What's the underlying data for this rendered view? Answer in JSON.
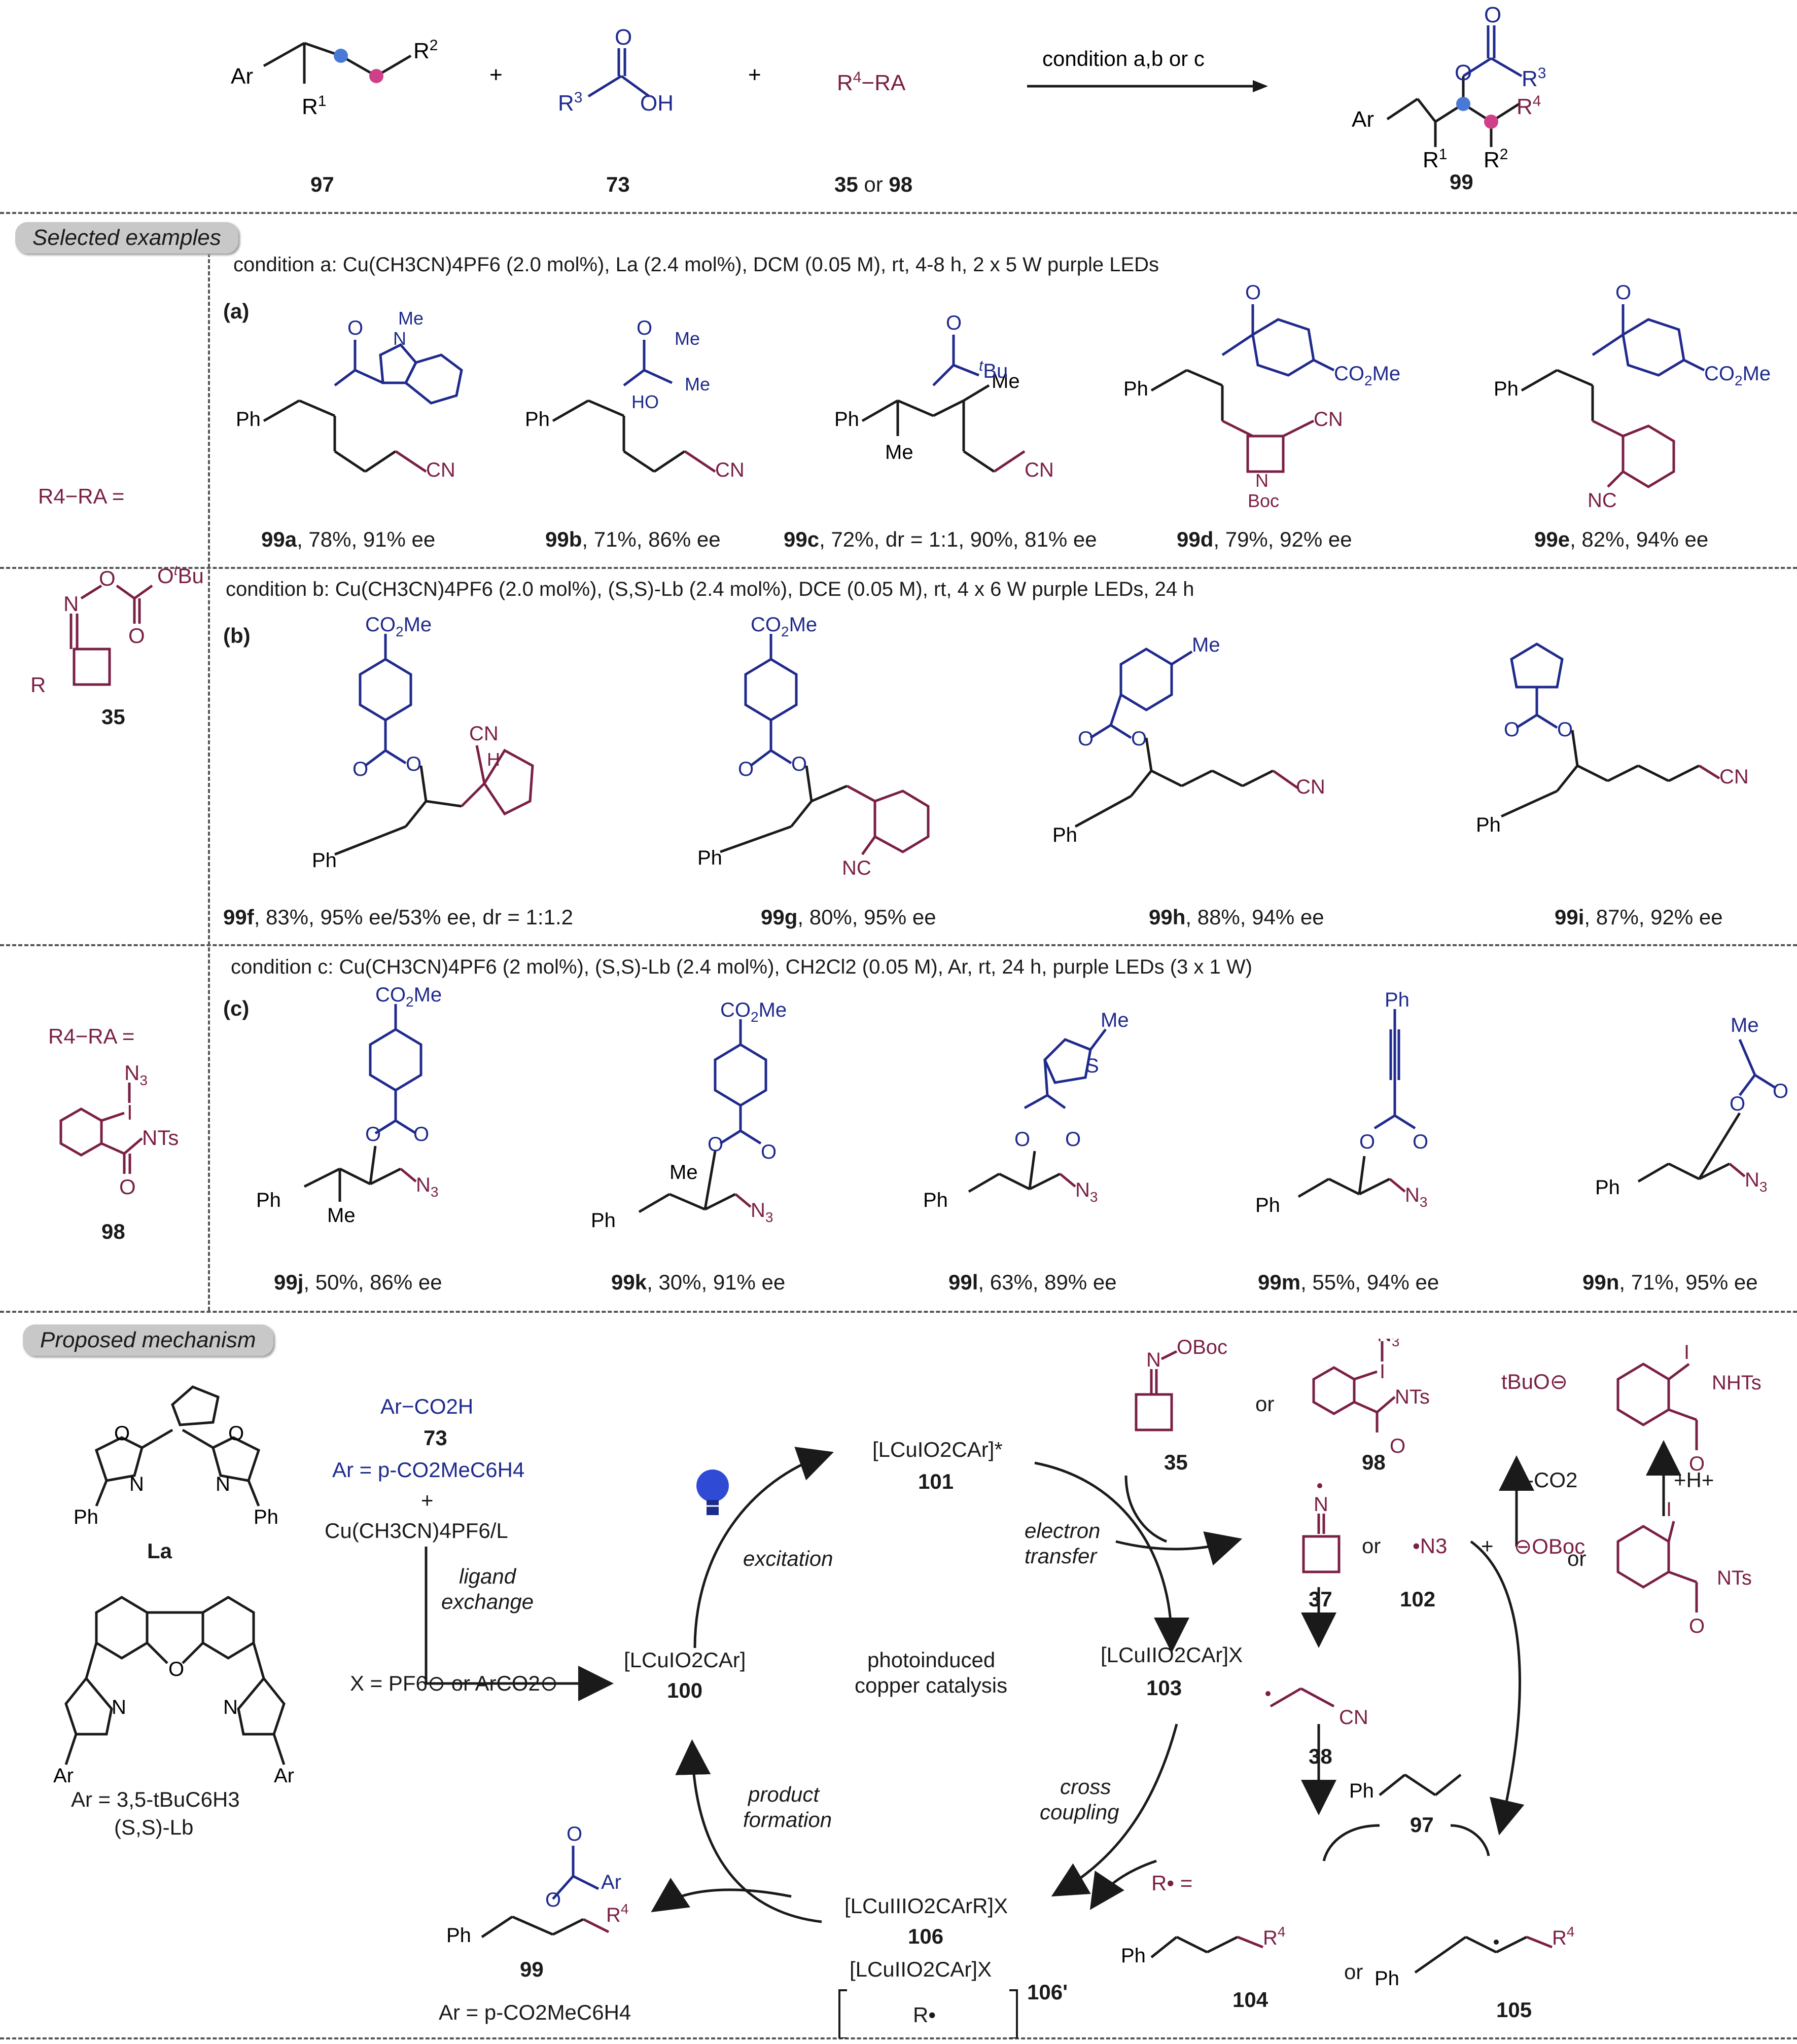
{
  "top": {
    "reactant1": {
      "id": "97",
      "ar": "Ar",
      "r1": "R1",
      "r2": "R2"
    },
    "reactant2": {
      "id": "73",
      "r3": "R3",
      "oh": "OH",
      "o": "O"
    },
    "reactant3": {
      "id_prefix": "35",
      "or_word": "or",
      "id_suffix": "98",
      "formula": "R4−RA"
    },
    "plus": "+",
    "arrow_label": "condition a,b or c",
    "product": {
      "id": "99",
      "ar": "Ar",
      "r1": "R1",
      "r2": "R2",
      "r3": "R3",
      "r4": "R4"
    }
  },
  "sections": {
    "selected_examples": "Selected examples",
    "proposed_mechanism": "Proposed mechanism"
  },
  "left_reagents": {
    "ra35_label": "R4−RA =",
    "ra35_id": "35",
    "ra98_label": "R4−RA =",
    "ra98_id": "98"
  },
  "condition_a": {
    "text": "condition a: Cu(CH3CN)4PF6 (2.0 mol%), La (2.4 mol%), DCM (0.05 M), rt, 4-8 h, 2 x 5 W purple LEDs",
    "tag": "(a)",
    "examples": [
      {
        "id": "99a",
        "text": ", 78%, 91% ee"
      },
      {
        "id": "99b",
        "text": ", 71%, 86% ee"
      },
      {
        "id": "99c",
        "text": ", 72%, dr = 1:1, 90%, 81% ee"
      },
      {
        "id": "99d",
        "text": ", 79%, 92% ee"
      },
      {
        "id": "99e",
        "text": ", 82%, 94% ee"
      }
    ]
  },
  "condition_b": {
    "text": "condition b: Cu(CH3CN)4PF6 (2.0 mol%), (S,S)-Lb (2.4 mol%), DCE (0.05 M), rt, 4 x 6 W purple LEDs, 24 h",
    "tag": "(b)",
    "examples": [
      {
        "id": "99f",
        "text": ", 83%, 95% ee/53% ee, dr = 1:1.2"
      },
      {
        "id": "99g",
        "text": ", 80%, 95% ee"
      },
      {
        "id": "99h",
        "text": ", 88%, 94% ee"
      },
      {
        "id": "99i",
        "text": ", 87%, 92% ee"
      }
    ]
  },
  "condition_c": {
    "text": "condition c: Cu(CH3CN)4PF6 (2 mol%), (S,S)-Lb (2.4 mol%), CH2Cl2 (0.05 M), Ar, rt, 24 h, purple LEDs (3 x 1 W)",
    "tag": "(c)",
    "examples": [
      {
        "id": "99j",
        "text": ", 50%, 86% ee"
      },
      {
        "id": "99k",
        "text": ", 30%, 91% ee"
      },
      {
        "id": "99l",
        "text": ", 63%, 89% ee"
      },
      {
        "id": "99m",
        "text": ", 55%, 94% ee"
      },
      {
        "id": "99n",
        "text": ", 71%, 95% ee"
      }
    ]
  },
  "mechanism": {
    "ligand_a": "La",
    "ligand_b_ar": "Ar = 3,5-tBuC6H3",
    "ligand_b": "(S,S)-Lb",
    "acid": "Ar−CO2H",
    "acid_id": "73",
    "ar_def": "Ar = p-CO2MeC6H4",
    "plus": "+",
    "cu_source": "Cu(CH3CN)4PF6/L",
    "ligand_exchange_1": "ligand",
    "ligand_exchange_2": "exchange",
    "x_def": "X = PF6⊖ or ArCO2⊖",
    "c100": "[LCuIO2CAr]",
    "c100_id": "100",
    "c101": "[LCuIO2CAr]*",
    "c101_id": "101",
    "c103": "[LCuIIO2CAr]X",
    "c103_id": "103",
    "c106": "[LCuIIIO2CArR]X",
    "c106_id": "106",
    "c106p": "[LCuIIO2CAr]X",
    "c106p_r": "R•",
    "c106p_id": "106'",
    "excitation": "excitation",
    "electron_transfer_1": "electron",
    "electron_transfer_2": "transfer",
    "center_1": "photoinduced",
    "center_2": "copper catalysis",
    "cross_1": "cross",
    "cross_2": "coupling",
    "product_1": "product",
    "product_2": "formation",
    "p99_id": "99",
    "p99_ar": "Ar = p-CO2MeC6H4",
    "id35": "35",
    "id98": "98",
    "or": "or",
    "id37": "37",
    "id102": "102",
    "id38": "38",
    "id97": "97",
    "id104": "104",
    "id105": "105",
    "tbuo": "tBuO⊖",
    "minus_co2": "-CO2",
    "plus_h": "+H+",
    "oboc": "⊖OBoc",
    "n3": "•N3",
    "r_eq": "R• ="
  },
  "colors": {
    "blue": "#1f2a8c",
    "maroon": "#7a1f45",
    "black": "#1a1a1a",
    "bulb": "#2f4bd6"
  }
}
